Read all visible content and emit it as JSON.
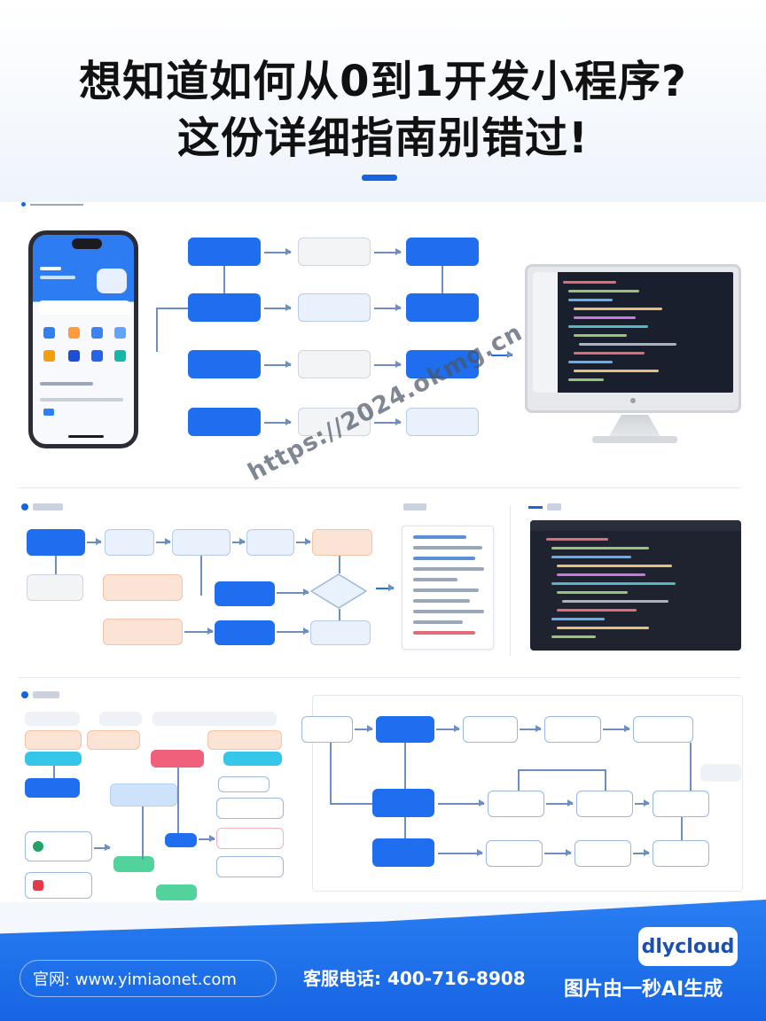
{
  "header": {
    "title_line1": "想知道如何从0到1开发小程序?",
    "title_line2": "这份详细指南别错过!"
  },
  "watermark": "https://2024.okmg.cn",
  "footer": {
    "website": "官网: www.yimiaonet.com",
    "phone": "客服电话: 400-716-8908",
    "brand": "dlycloud",
    "generated": "图片由一秒AI生成"
  },
  "colors": {
    "accent": "#1f6ef0",
    "footer_blue": "#1665e4",
    "code_bg": "#1a1f2e"
  }
}
